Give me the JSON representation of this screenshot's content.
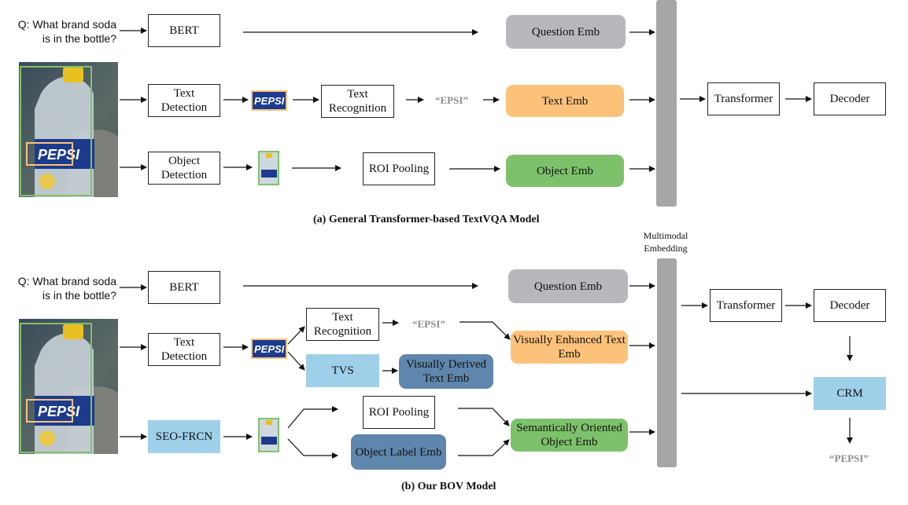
{
  "question": "Q: What brand soda is in the bottle?",
  "part_a": {
    "caption": "(a) General Transformer-based TextVQA Model",
    "bert": "BERT",
    "question_emb": "Question Emb",
    "text_detection": "Text Detection",
    "text_recognition": "Text Recognition",
    "ocr_result": "“EPSI”",
    "text_emb": "Text Emb",
    "object_detection": "Object Detection",
    "roi_pooling": "ROI Pooling",
    "object_emb": "Object Emb",
    "transformer": "Transformer",
    "decoder": "Decoder"
  },
  "part_b": {
    "caption": "(b) Our BOV Model",
    "multimodal_embedding": "Multimodal Embedding",
    "bert": "BERT",
    "question_emb": "Question Emb",
    "text_detection": "Text Detection",
    "text_recognition": "Text Recognition",
    "ocr_result": "“EPSI”",
    "tvs": "TVS",
    "visually_derived_text_emb": "Visually Derived Text Emb",
    "visually_enhanced_text_emb": "Visually Enhanced Text Emb",
    "seo_frcn": "SEO-FRCN",
    "roi_pooling": "ROI Pooling",
    "object_label_emb": "Object Label Emb",
    "semantically_oriented_object_emb": "Semantically Oriented Object Emb",
    "transformer": "Transformer",
    "decoder": "Decoder",
    "crm": "CRM",
    "answer": "“PEPSI”"
  },
  "colors": {
    "question_emb": "#b8b7bb",
    "text_emb": "#fdc27a",
    "object_emb": "#7dc26b",
    "tvs": "#9fd0ea",
    "derived_emb": "#5f86ad",
    "label_emb": "#5f86ad",
    "crm": "#9fd0ea",
    "bar": "#a6a6a6"
  }
}
